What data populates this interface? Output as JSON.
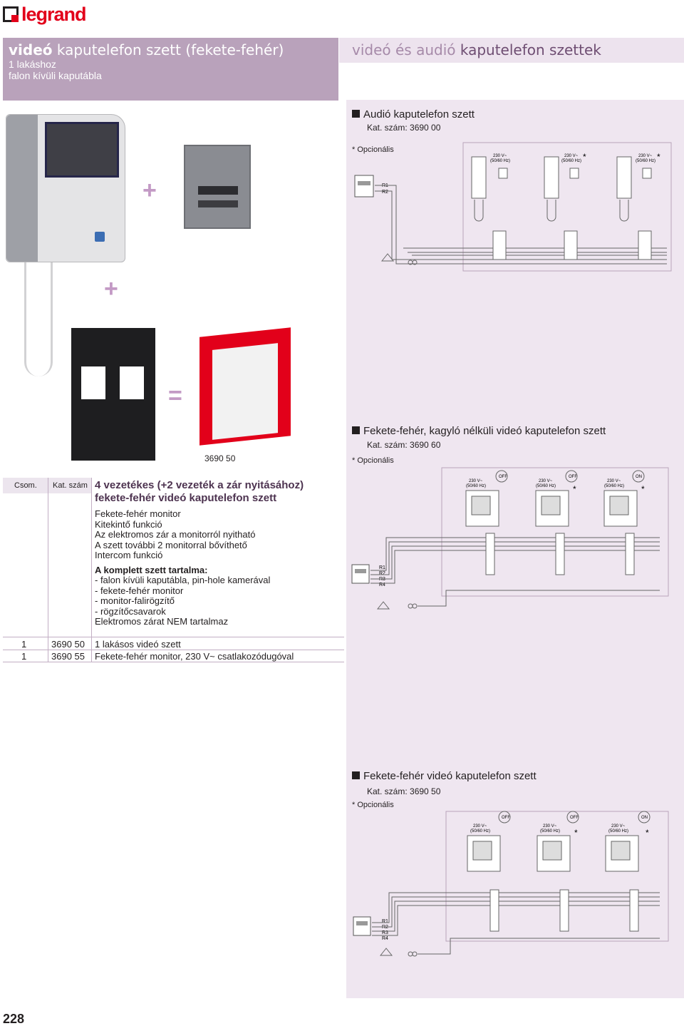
{
  "brand": {
    "logo_text": "legrand"
  },
  "left_header": {
    "title_accent": "videó",
    "title_rest": "kaputelefon szett (fekete-fehér)",
    "subtitle1": "1 lakáshoz",
    "subtitle2": "falon kívüli kaputábla"
  },
  "right_header": {
    "title_accent": "videó és audió",
    "title_rest": "kaputelefon szettek"
  },
  "products": {
    "plus1": "+",
    "plus2": "+",
    "equals": "=",
    "set_code": "3690 50"
  },
  "sections": [
    {
      "title": "Audió kaputelefon szett",
      "cat": "Kat. szám: 3690 00",
      "optional": "* Opcionális"
    },
    {
      "title": "Fekete-fehér, kagyló nélküli videó kaputelefon szett",
      "cat": "Kat. szám: 3690 60",
      "optional": "* Opcionális"
    },
    {
      "title": "Fekete-fehér videó kaputelefon szett",
      "cat": "Kat. szám: 3690 50",
      "optional": "* Opcionális"
    }
  ],
  "diagram_labels": {
    "power": "230 V~",
    "freq": "(50/60 Hz)",
    "off": "OFF",
    "on": "ON",
    "star": "*",
    "r1": "R1",
    "r2": "R2",
    "r3": "R3",
    "r4": "R4"
  },
  "table": {
    "col_qty": "Csom.",
    "col_cat": "Kat. szám",
    "heading": "4 vezetékes (+2 vezeték a zár nyitásához) fekete-fehér videó kaputelefon szett",
    "features": [
      "Fekete-fehér monitor",
      "Kitekintő funkció",
      "Az elektromos zár a monitorról nyitható",
      "A szett további 2 monitorral bővíthető",
      "Intercom funkció"
    ],
    "contents_heading": "A komplett szett tartalma:",
    "contents": [
      "- falon kívüli kaputábla, pin-hole kamerával",
      "- fekete-fehér monitor",
      "- monitor-falirögzítő",
      "- rögzítőcsavarok",
      "Elektromos zárat NEM tartalmaz"
    ],
    "rows": [
      {
        "qty": "1",
        "cat": "3690 50",
        "desc": "1 lakásos videó szett"
      },
      {
        "qty": "1",
        "cat": "3690 55",
        "desc": "Fekete-fehér monitor, 230 V~ csatlakozódugóval"
      }
    ]
  },
  "page_number": "228",
  "colors": {
    "brand_red": "#e2001a",
    "header_purple": "#b9a2bb",
    "panel_lilac": "#efe6f0",
    "title_purple": "#4d3350"
  }
}
